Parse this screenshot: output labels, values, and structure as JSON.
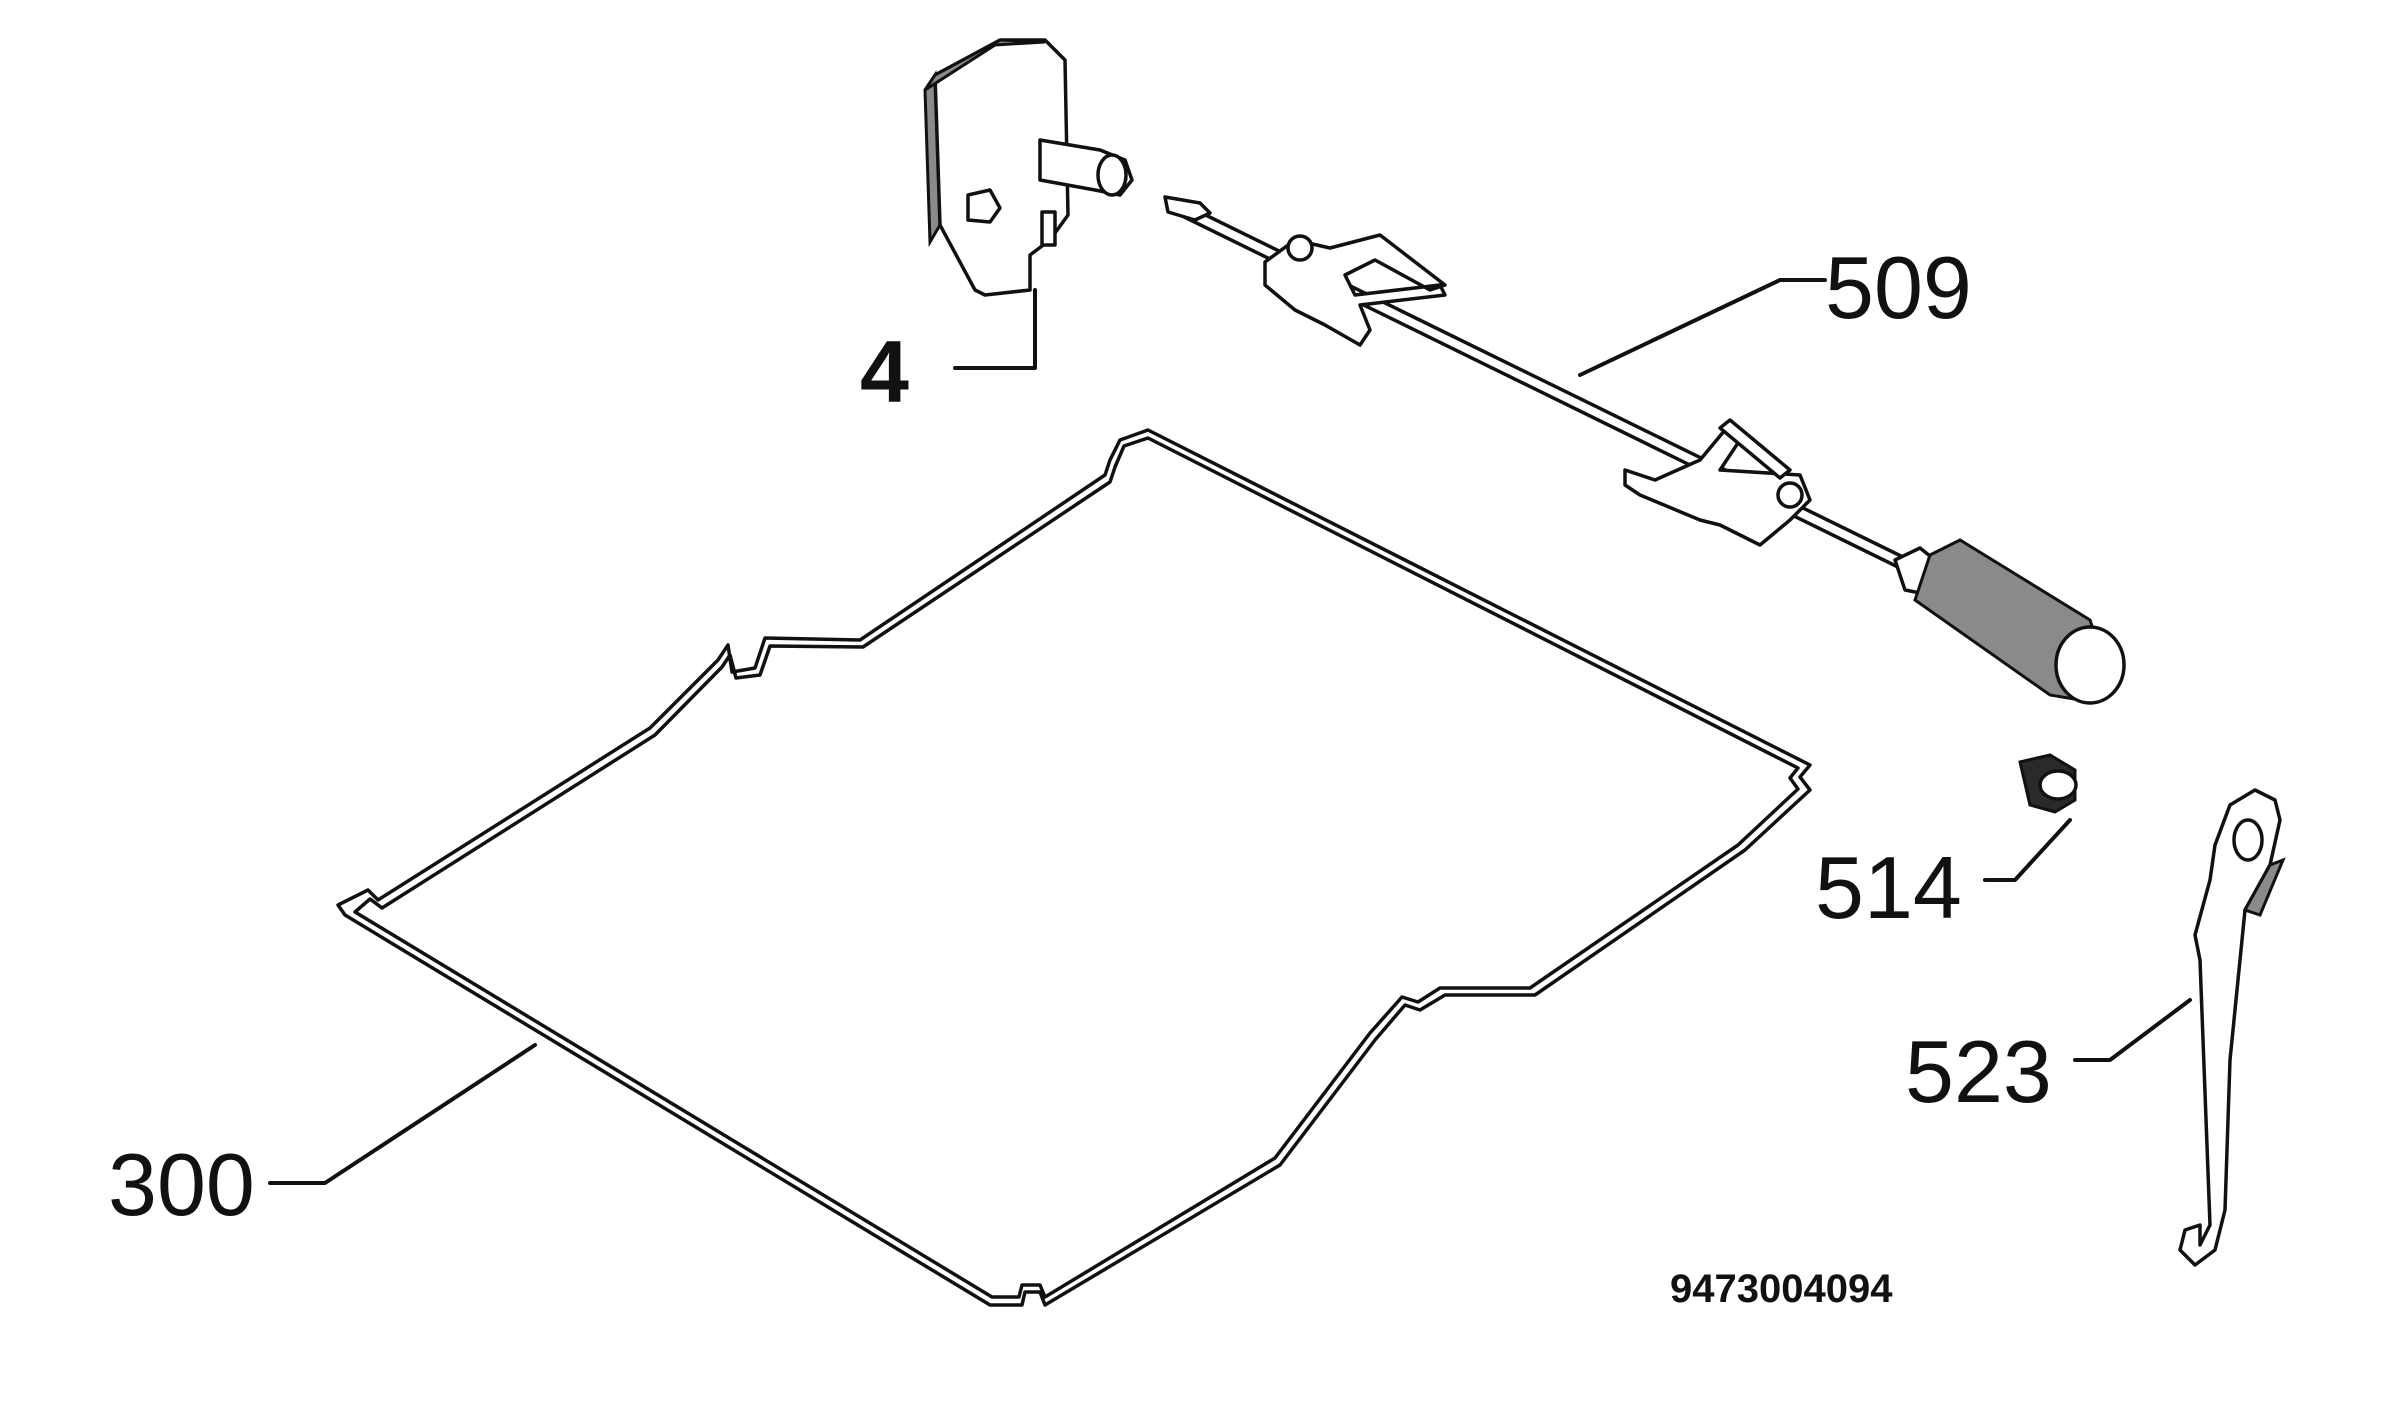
{
  "diagram": {
    "parts": [
      {
        "id": "4",
        "label": "4"
      },
      {
        "id": "300",
        "label": "300"
      },
      {
        "id": "509",
        "label": "509"
      },
      {
        "id": "514",
        "label": "514"
      },
      {
        "id": "523",
        "label": "523"
      }
    ],
    "drawing_code": "9473004094",
    "colors": {
      "line": "#111111",
      "background": "#ffffff",
      "shading": "#8a8a8a"
    }
  }
}
